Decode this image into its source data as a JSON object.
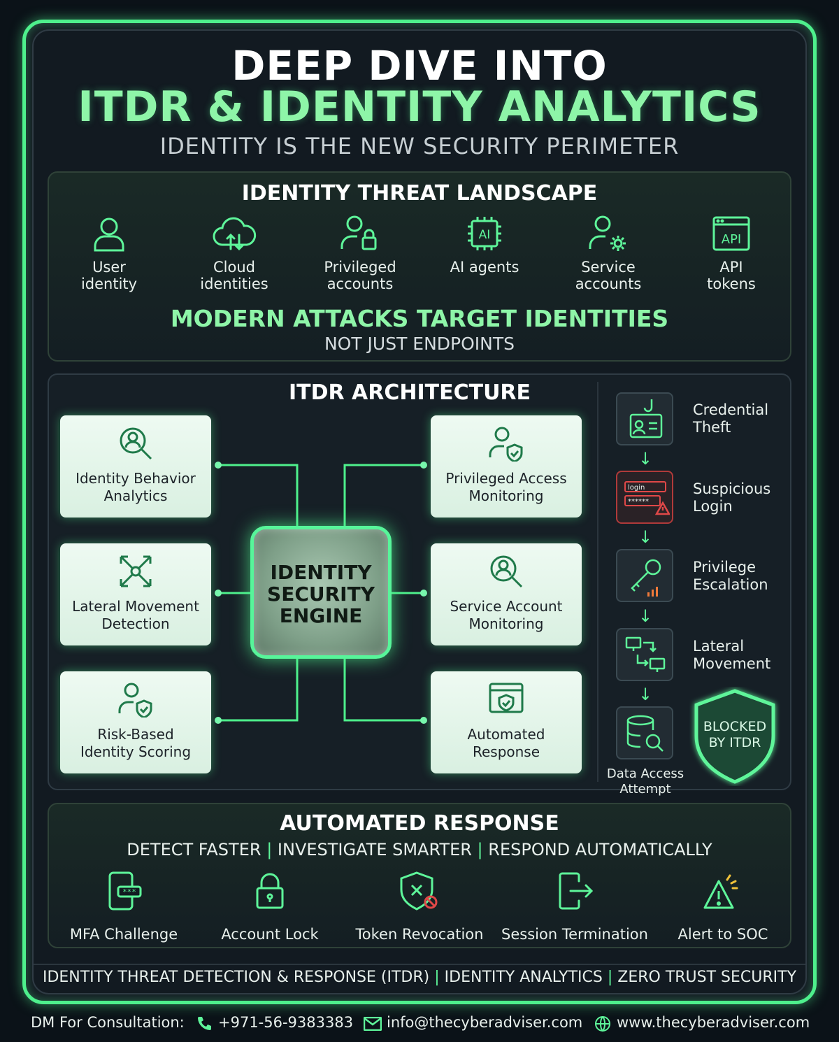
{
  "header": {
    "title_line1": "DEEP DIVE INTO",
    "title_line2": "ITDR & IDENTITY ANALYTICS",
    "subtitle": "IDENTITY IS THE NEW SECURITY PERIMETER"
  },
  "landscape": {
    "title": "IDENTITY THREAT LANDSCAPE",
    "items": [
      {
        "label1": "User",
        "label2": "identity",
        "icon": "user-icon"
      },
      {
        "label1": "Cloud",
        "label2": "identities",
        "icon": "cloud-icon"
      },
      {
        "label1": "Privileged",
        "label2": "accounts",
        "icon": "user-lock-icon"
      },
      {
        "label1": "AI agents",
        "label2": "",
        "icon": "ai-chip-icon"
      },
      {
        "label1": "Service",
        "label2": "accounts",
        "icon": "user-gear-icon"
      },
      {
        "label1": "API",
        "label2": "tokens",
        "icon": "api-window-icon"
      }
    ],
    "api_icon_text": "API",
    "ai_icon_text": "AI",
    "tagline": "MODERN ATTACKS TARGET IDENTITIES",
    "tagline_sub": "NOT JUST ENDPOINTS"
  },
  "architecture": {
    "title": "ITDR ARCHITECTURE",
    "engine": {
      "line1": "IDENTITY",
      "line2": "SECURITY",
      "line3": "ENGINE"
    },
    "cards": [
      {
        "line1": "Identity Behavior",
        "line2": "Analytics"
      },
      {
        "line1": "Lateral Movement",
        "line2": "Detection"
      },
      {
        "line1": "Risk-Based",
        "line2": "Identity Scoring"
      },
      {
        "line1": "Privileged Access",
        "line2": "Monitoring"
      },
      {
        "line1": "Service Account",
        "line2": "Monitoring"
      },
      {
        "line1": "Automated",
        "line2": "Response"
      }
    ]
  },
  "attack_chain": {
    "steps": [
      {
        "line1": "Credential",
        "line2": "Theft"
      },
      {
        "line1": "Suspicious",
        "line2": "Login"
      },
      {
        "line1": "Privilege",
        "line2": "Escalation"
      },
      {
        "line1": "Lateral",
        "line2": "Movement"
      },
      {
        "line1": "Data Access",
        "line2": "Attempt"
      }
    ],
    "login_field_text": "login",
    "password_field_text": "******",
    "blocked": {
      "line1": "BLOCKED",
      "line2": "BY ITDR"
    }
  },
  "response": {
    "title": "AUTOMATED RESPONSE",
    "tagline_parts": [
      "DETECT FASTER",
      "INVESTIGATE SMARTER",
      "RESPOND AUTOMATICALLY"
    ],
    "separator": "|",
    "actions": [
      {
        "label": "MFA Challenge",
        "icon": "phone-otp-icon"
      },
      {
        "label": "Account Lock",
        "icon": "padlock-icon"
      },
      {
        "label": "Token Revocation",
        "icon": "shield-x-icon"
      },
      {
        "label": "Session Termination",
        "icon": "logout-icon"
      },
      {
        "label": "Alert to SOC",
        "icon": "warning-alert-icon"
      }
    ]
  },
  "footer": {
    "parts": [
      "IDENTITY THREAT DETECTION & RESPONSE (ITDR)",
      "IDENTITY ANALYTICS",
      "ZERO TRUST SECURITY"
    ],
    "contact_label": "DM For Consultation:",
    "phone": "+971-56-9383383",
    "email": "info@thecyberadviser.com",
    "website": "www.thecyberadviser.com"
  },
  "colors": {
    "accent": "#4ef08c",
    "accent_light": "#8ef5a8",
    "background": "#121a21",
    "alert_red": "#e04848"
  }
}
